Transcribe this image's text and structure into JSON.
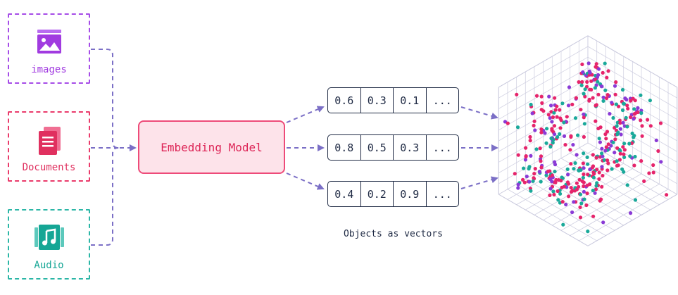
{
  "sources": [
    {
      "key": "images",
      "label": "images",
      "icon": "image-icon",
      "color": "#a13be0"
    },
    {
      "key": "documents",
      "label": "Documents",
      "icon": "documents-icon",
      "color": "#e0305f"
    },
    {
      "key": "audio",
      "label": "Audio",
      "icon": "audio-icon",
      "color": "#15a695"
    }
  ],
  "model": {
    "label": "Embedding Model"
  },
  "vectors": [
    [
      "0.6",
      "0.3",
      "0.1",
      "..."
    ],
    [
      "0.8",
      "0.5",
      "0.3",
      "..."
    ],
    [
      "0.4",
      "0.2",
      "0.9",
      "..."
    ]
  ],
  "caption": "Objects as vectors",
  "colors": {
    "arrow": "#7b6fc6",
    "points": [
      "#e6246b",
      "#8a3ad6",
      "#1aa99a"
    ],
    "grid": "#c9c9dd"
  }
}
